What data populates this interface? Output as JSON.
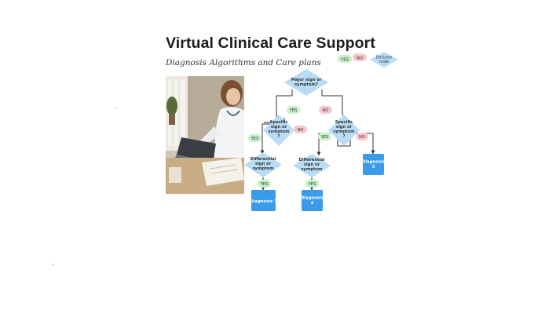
{
  "header": {
    "title": "Virtual Clinical Care Support",
    "subtitle": "Diagnosis Algorithms and Care plans"
  },
  "legend": {
    "yes": "YES",
    "no": "NO",
    "decision_node": [
      "Decision",
      "node"
    ]
  },
  "flowchart": {
    "major": [
      "Major sign or",
      "symptom?"
    ],
    "specific": [
      "Specific",
      "sign or",
      "symptom",
      "?"
    ],
    "differential": [
      "Differential",
      "sign or",
      "symptom"
    ],
    "yes": "YES",
    "no": "NO",
    "diagnosis1": [
      "Diagnosis 1"
    ],
    "diagnosis2": [
      "Diagnosis",
      "2"
    ],
    "diagnosis3": [
      "Diagnosis",
      "3"
    ]
  },
  "colors": {
    "diamond": "#b9dcf5",
    "diagnosis_box": "#3b9bea",
    "yes_pill": "#c7f0c9",
    "no_pill": "#f6c8cc",
    "line": "#333333"
  },
  "photo": {
    "description_icon": "clinician-laptop-photo"
  }
}
